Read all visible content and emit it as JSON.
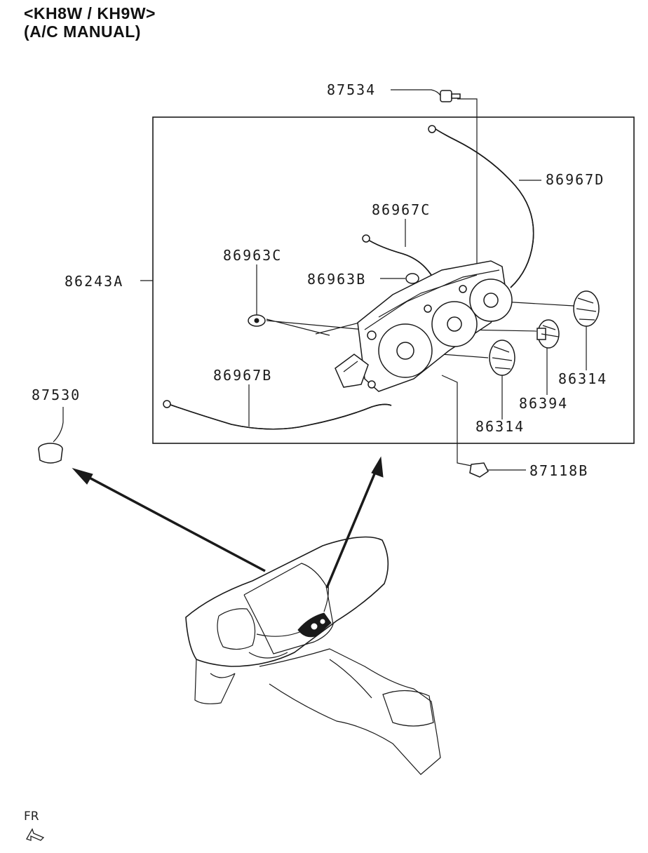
{
  "header": {
    "line1": "<KH8W / KH9W>",
    "line2": "(A/C MANUAL)"
  },
  "labels": {
    "p87534": "87534",
    "p86967D": "86967D",
    "p86967C": "86967C",
    "p86963C": "86963C",
    "p86963B": "86963B",
    "p86243A": "86243A",
    "p86314a": "86314",
    "p86394": "86394",
    "p86314b": "86314",
    "p86967B": "86967B",
    "p87530": "87530",
    "p87118B": "87118B"
  },
  "footer": {
    "fr": "FR"
  }
}
